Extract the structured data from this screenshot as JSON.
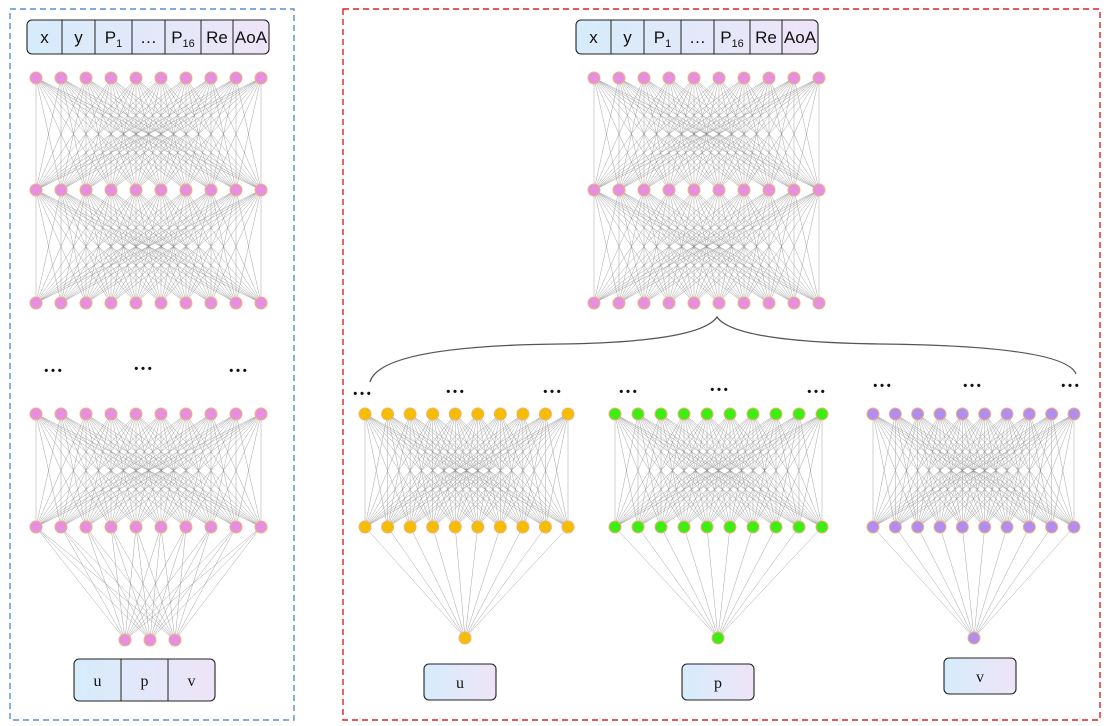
{
  "input_fields": [
    "x",
    "y",
    "P1",
    "...",
    "P16",
    "Re",
    "AoA"
  ],
  "input_labels": [
    {
      "main": "x",
      "sub": ""
    },
    {
      "main": "y",
      "sub": ""
    },
    {
      "main": "P",
      "sub": "1"
    },
    {
      "main": "…",
      "sub": ""
    },
    {
      "main": "P",
      "sub": "16"
    },
    {
      "main": "Re",
      "sub": ""
    },
    {
      "main": "AoA",
      "sub": ""
    }
  ],
  "ellipsis": "…",
  "left_network": {
    "outputs": [
      "u",
      "p",
      "v"
    ],
    "node_color": "#e58fe0"
  },
  "right_network": {
    "shared_node_color": "#e58fe0",
    "branches": [
      {
        "output": "u",
        "color": "#f5bd00"
      },
      {
        "output": "p",
        "color": "#3dee12"
      },
      {
        "output": "v",
        "color": "#b08ef0"
      }
    ]
  },
  "colors": {
    "left_frame": "#5a8fd6",
    "right_frame": "#e02020",
    "node_stroke": "#f2b27a",
    "box_fill_start": "#d6ecfb",
    "box_fill_end": "#efe4f8"
  }
}
